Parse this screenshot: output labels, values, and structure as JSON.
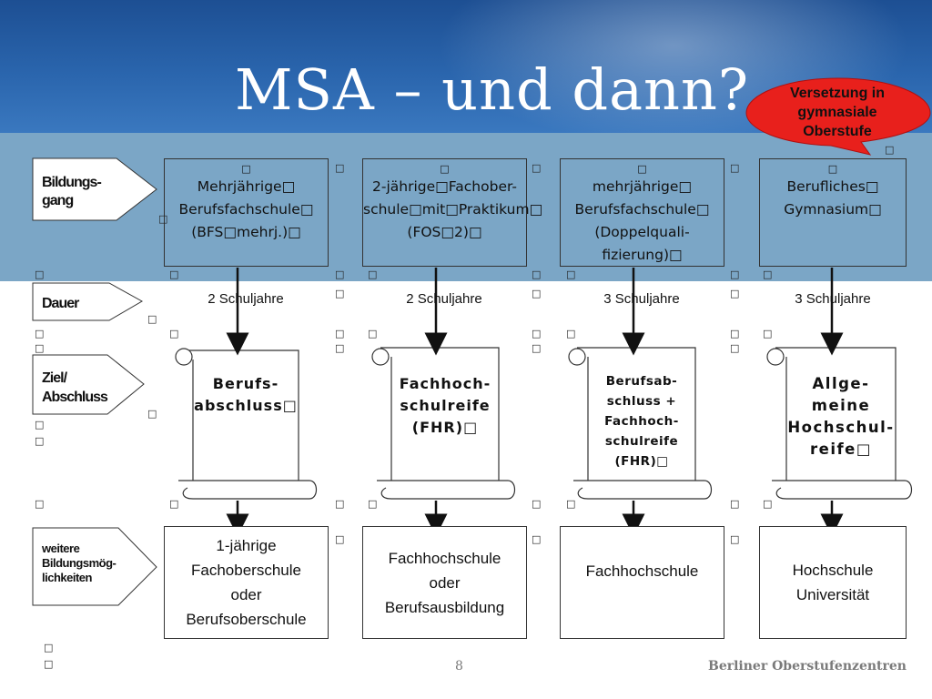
{
  "slide": {
    "title": "MSA – und dann?",
    "callout": "Versetzung in gymnasiale Oberstufe",
    "page_number": "8",
    "organization": "Berliner Oberstufenzentren"
  },
  "rows": {
    "bildungsgang": "Bildungs-\ngang",
    "dauer": "Dauer",
    "ziel": "Ziel/\nAbschluss",
    "weitere": "weitere\nBildungsmög-\nlichkeiten"
  },
  "columns": [
    {
      "programm": "Mehrjährige□\nBerufsfachschule□\n(BFS□mehrj.)□",
      "dauer": "2 Schuljahre",
      "abschluss": "Berufs-\nabschluss□",
      "weitere": "1-jährige\nFachoberschule\noder\nBerufsoberschule"
    },
    {
      "programm": "2-jährige□Fachober-\nschule□mit□Praktikum□\n(FOS□2)□",
      "dauer": "2 Schuljahre",
      "abschluss": "Fachhoch-\nschulreife\n(FHR)□",
      "weitere": "Fachhochschule\noder\nBerufsausbildung"
    },
    {
      "programm": "mehrjährige□\nBerufsfachschule□\n(Doppelquali-\nfizierung)□",
      "dauer": "3 Schuljahre",
      "abschluss": "Berufsab-\nschluss +\nFachhoch-\nschulreife\n(FHR)□",
      "weitere": "Fachhochschule"
    },
    {
      "programm": "Berufliches□\nGymnasium□",
      "dauer": "3 Schuljahre",
      "abschluss": "Allge-\nmeine\nHochschul-\nreife□",
      "weitere": "Hochschule\nUniversität"
    }
  ],
  "placeholder_glyph": "□",
  "colors": {
    "header": "#2a65ad",
    "band": "#7ba6c6",
    "callout": "#e8201c"
  }
}
